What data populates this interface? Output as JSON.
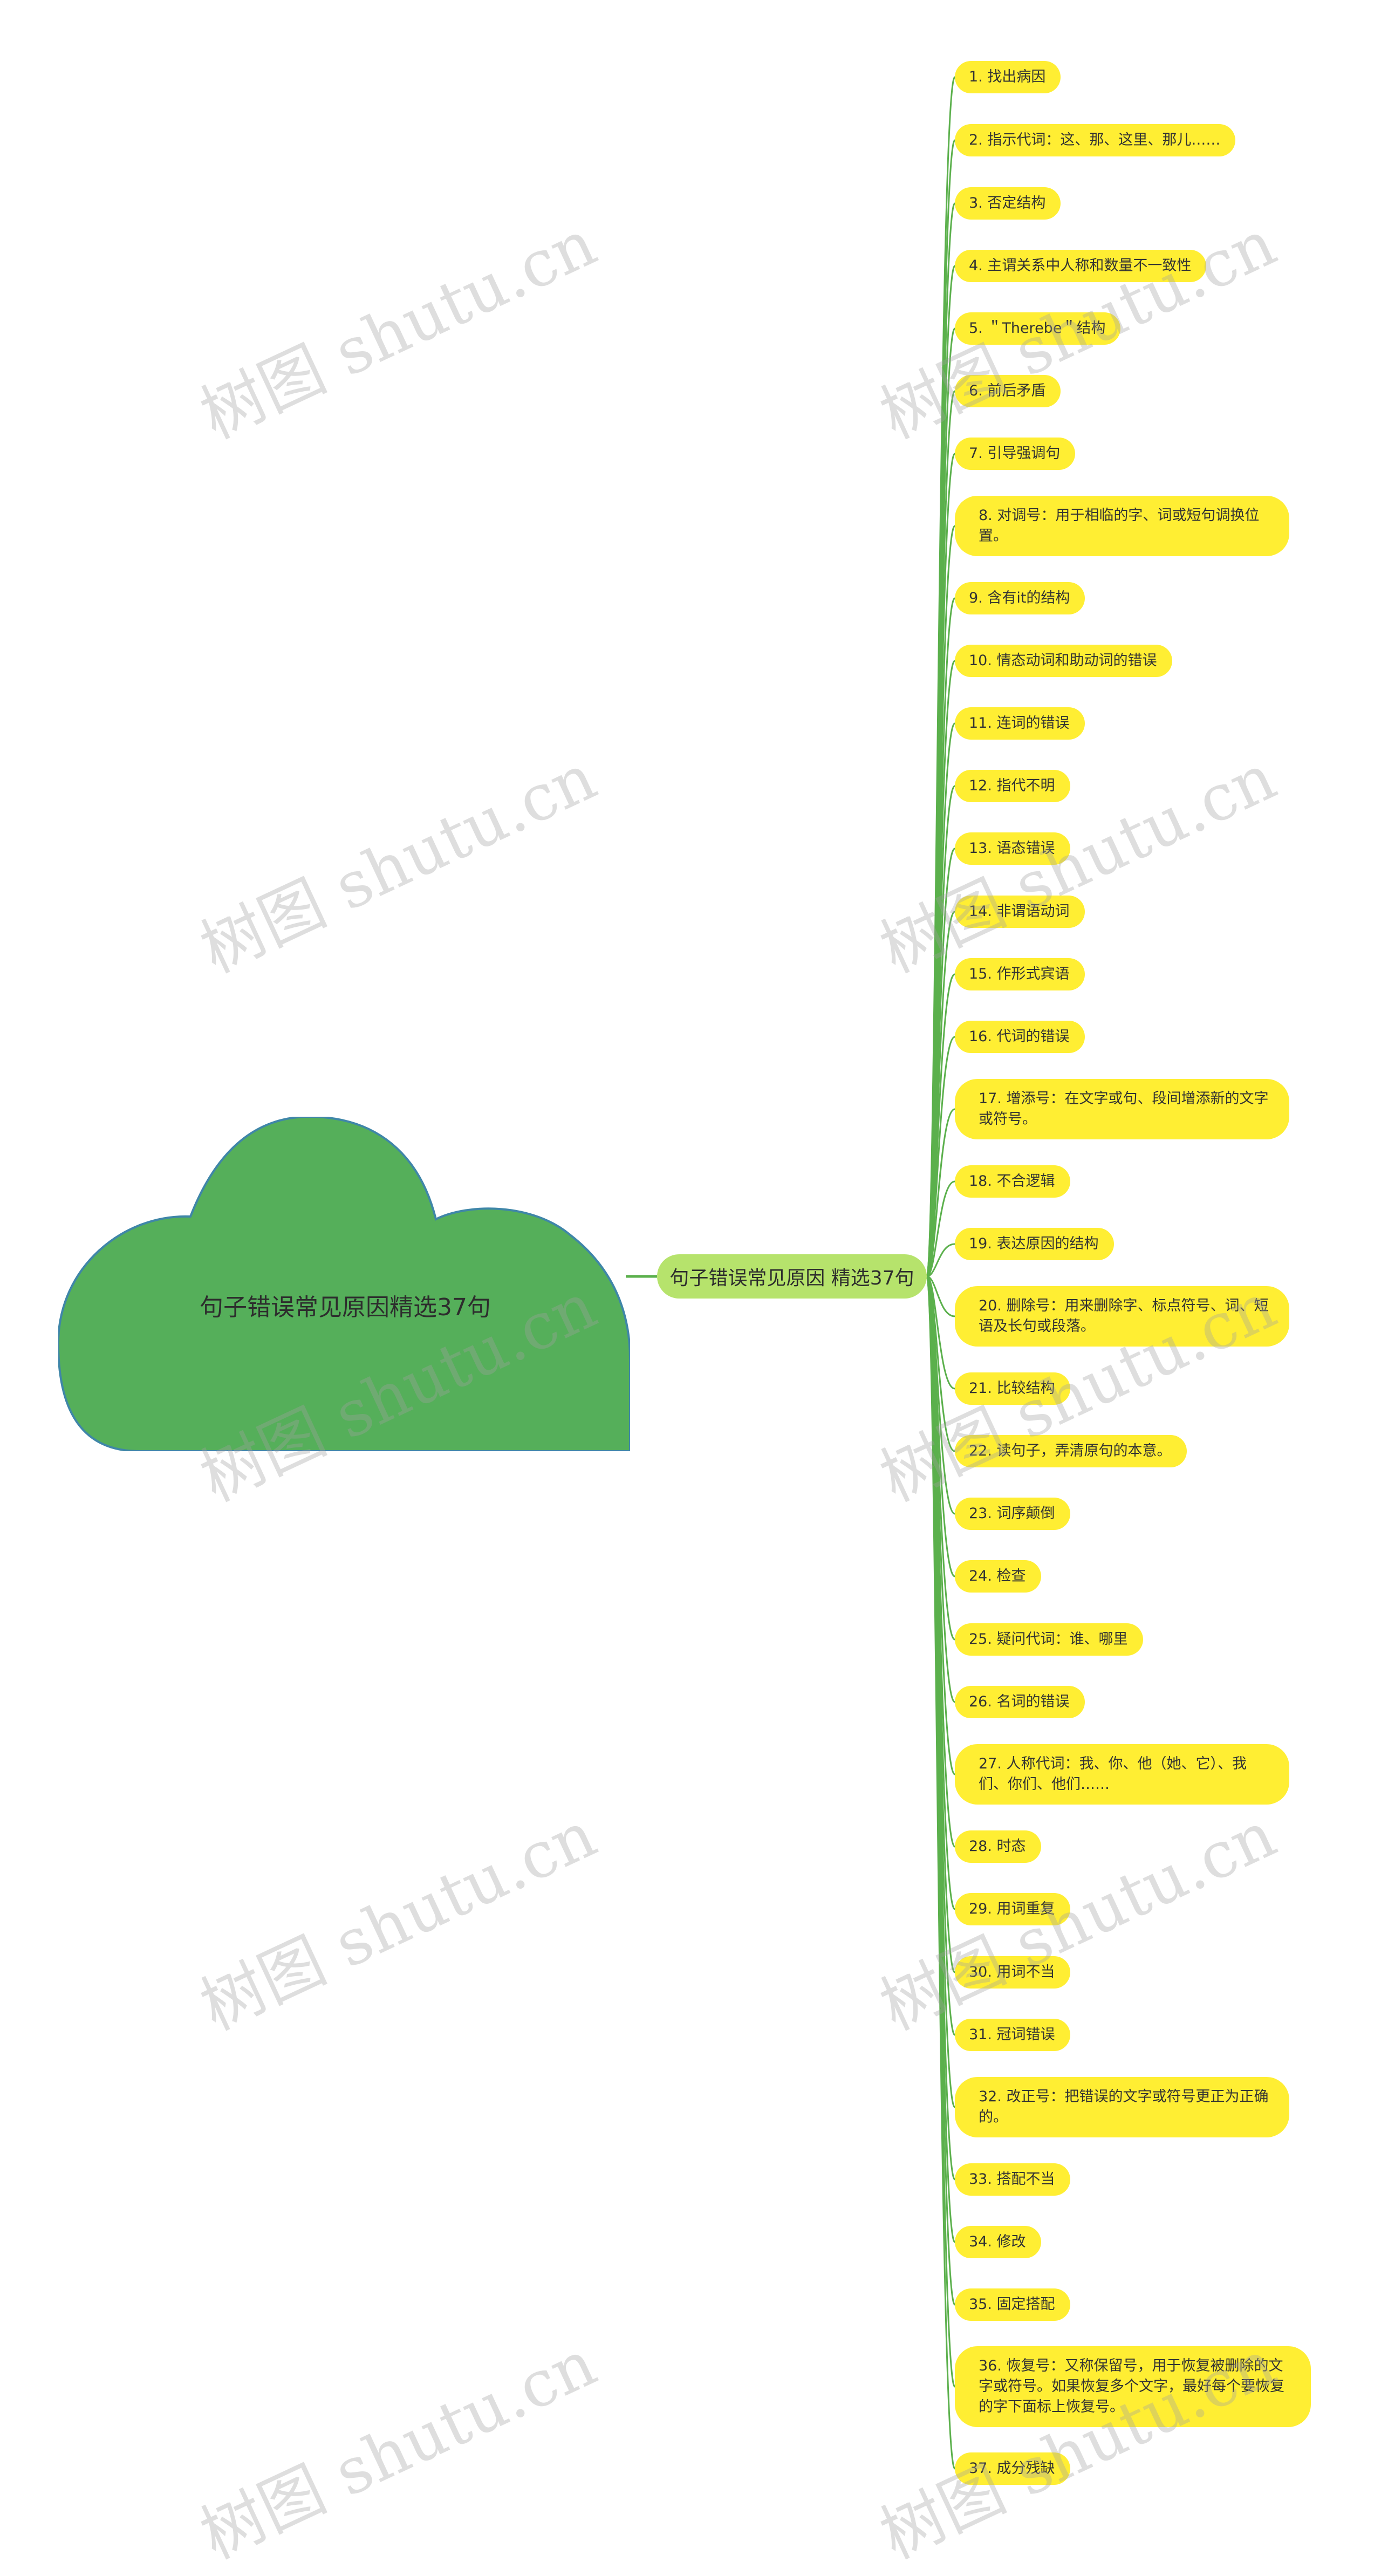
{
  "watermark": "树图 shutu.cn",
  "root": {
    "title": "句子错误常见原因精选37句"
  },
  "center": {
    "label": "句子错误常见原因 精选37句"
  },
  "colors": {
    "root_fill": "#55af5a",
    "root_stroke": "#3f86a8",
    "center_fill": "#b6e36c",
    "leaf_fill": "#ffee33",
    "line": "#5bb04c"
  },
  "items": [
    "1. 找出病因",
    "2. 指示代词：这、那、这里、那儿……",
    "3. 否定结构",
    "4. 主谓关系中人称和数量不一致性",
    "5. ＂Therebe＂结构",
    "6. 前后矛盾",
    "7. 引导强调句",
    "8. 对调号：用于相临的字、词或短句调换位置。",
    "9. 含有it的结构",
    "10. 情态动词和助动词的错误",
    "11. 连词的错误",
    "12. 指代不明",
    "13. 语态错误",
    "14. 非谓语动词",
    "15. 作形式宾语",
    "16. 代词的错误",
    "17. 增添号：在文字或句、段间增添新的文字或符号。",
    "18. 不合逻辑",
    "19. 表达原因的结构",
    "20. 删除号：用来删除字、标点符号、词、短语及长句或段落。",
    "21. 比较结构",
    "22. 读句子，弄清原句的本意。",
    "23. 词序颠倒",
    "24. 检查",
    "25. 疑问代词：谁、哪里",
    "26. 名词的错误",
    "27. 人称代词：我、你、他（她、它）、我们、你们、他们……",
    "28. 时态",
    "29. 用词重复",
    "30. 用词不当",
    "31. 冠词错误",
    "32. 改正号：把错误的文字或符号更正为正确的。",
    "33. 搭配不当",
    "34. 修改",
    "35. 固定搭配",
    "36. 恢复号：又称保留号，用于恢复被删除的文字或符号。如果恢复多个文字，最好每个要恢复的字下面标上恢复号。",
    "37. 成分残缺"
  ]
}
